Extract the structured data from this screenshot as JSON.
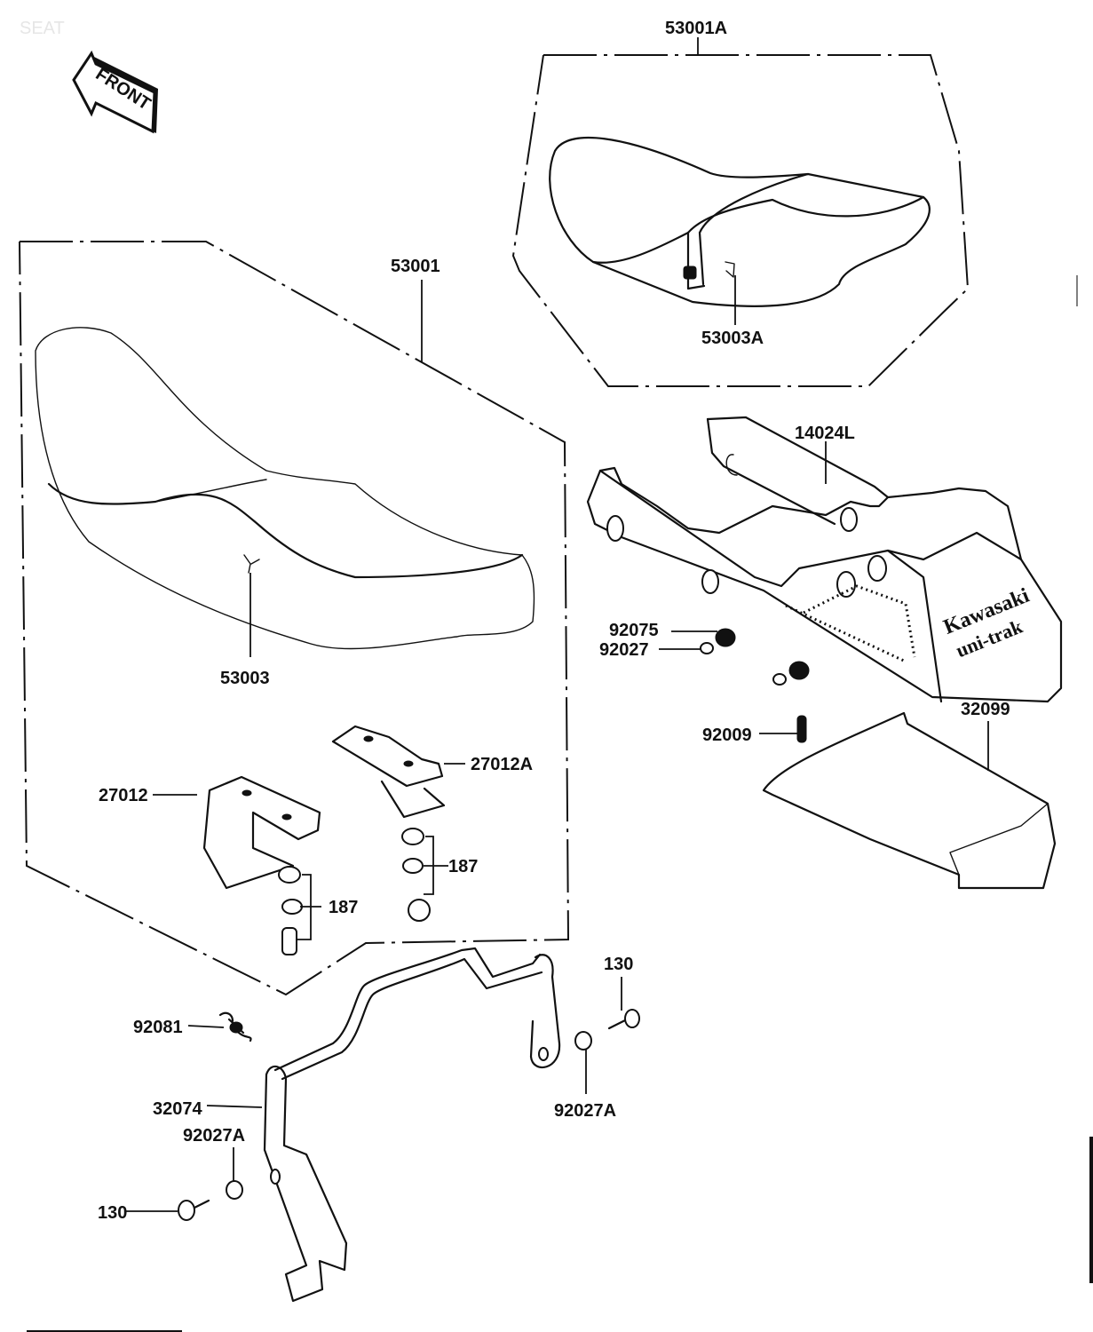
{
  "title": "SEAT",
  "direction_indicator": "FRONT",
  "colors": {
    "line": "#111111",
    "background": "#ffffff",
    "title": "#e6e6e6"
  },
  "parts": {
    "seat_assembly": "53001",
    "seat_assembly_alt": "53001A",
    "seat_hook": "53003",
    "seat_hook_alt": "53003A",
    "tail_cover": "14024L",
    "nut_92075": "92075",
    "collar_92027": "92027",
    "bolt_92009": "92009",
    "storage_case": "32099",
    "bracket_27012": "27012",
    "bracket_27012A": "27012A",
    "fastener_187_left": "187",
    "fastener_187_right": "187",
    "spring": "92081",
    "seat_lock_rod": "32074",
    "collar_right": "92027A",
    "collar_left": "92027A",
    "bolt_right": "130",
    "bolt_left": "130"
  },
  "brand_marking": {
    "line1": "Kawasaki",
    "line2": "uni-trak"
  }
}
